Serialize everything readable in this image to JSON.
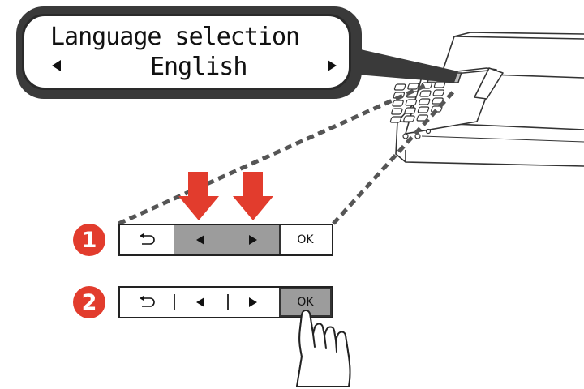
{
  "lcd": {
    "title": "Language selection",
    "value": "English"
  },
  "steps": [
    {
      "number": "1",
      "ok_label": "OK",
      "highlighted": [
        "left-button",
        "right-button"
      ]
    },
    {
      "number": "2",
      "ok_label": "OK",
      "highlighted": [
        "ok-button"
      ]
    }
  ],
  "colors": {
    "accent_red": "#e23c2d",
    "highlight_gray": "#9c9c9c",
    "callout_dark": "#3a3a3a"
  },
  "icons": {
    "back": "back-arrow-icon",
    "left": "left-triangle-icon",
    "right": "right-triangle-icon",
    "press_arrow": "red-down-arrow-icon",
    "finger": "pointing-finger-icon"
  }
}
